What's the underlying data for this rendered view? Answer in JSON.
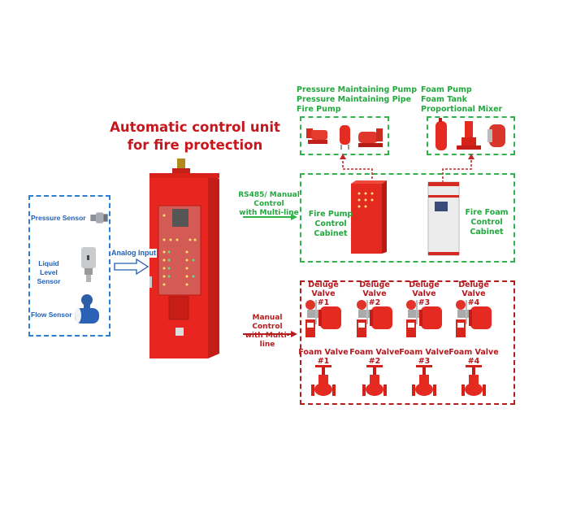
{
  "title": [
    "Automatic control unit",
    "for fire protection"
  ],
  "sensors": {
    "items": [
      {
        "label": "Pressure Sensor"
      },
      {
        "label_lines": [
          "Liquid Level",
          "Sensor"
        ]
      },
      {
        "label": "Flow Sensor"
      }
    ],
    "arrow_label": "Analog Input"
  },
  "links": {
    "green": [
      "RS485/ Manual Control",
      "with Multi-line"
    ],
    "red": [
      "Manual Control",
      "with Multi-line"
    ]
  },
  "pump_group": {
    "labels": [
      "Pressure Maintaining Pump",
      "Pressure Maintaining Pipe",
      "Fire Pump"
    ],
    "cabinet_label": [
      "Fire Pump",
      "Control Cabinet"
    ]
  },
  "foam_group": {
    "labels": [
      "Foam Pump",
      "Foam Tank",
      "Proportional Mixer"
    ],
    "cabinet_label": [
      "Fire Foam",
      "Control Cabinet"
    ]
  },
  "deluge_valves": [
    {
      "name": "Deluge Valve",
      "num": "#1"
    },
    {
      "name": "Deluge Valve",
      "num": "#2"
    },
    {
      "name": "Deluge Valve",
      "num": "#3"
    },
    {
      "name": "Deluge Valve",
      "num": "#4"
    }
  ],
  "foam_valves": [
    {
      "name": "Foam Valve",
      "num": "#1"
    },
    {
      "name": "Foam Valve",
      "num": "#2"
    },
    {
      "name": "Foam Valve",
      "num": "#3"
    },
    {
      "name": "Foam Valve",
      "num": "#4"
    }
  ],
  "colors": {
    "red": "#c8161d",
    "green": "#2fb34a",
    "blue": "#2a7fd4"
  }
}
